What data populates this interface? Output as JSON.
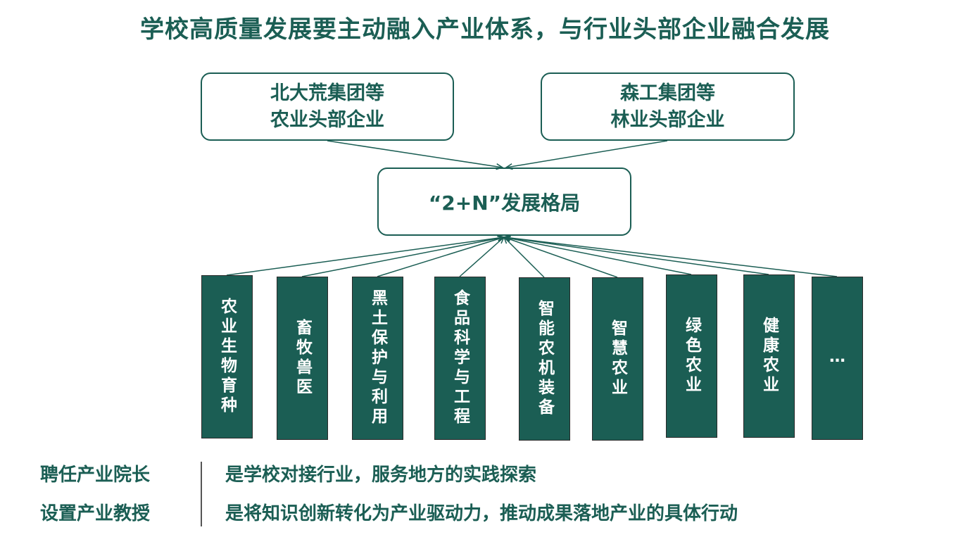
{
  "title": "学校高质量发展要主动融入产业体系，与行业头部企业融合发展",
  "top_boxes": [
    {
      "line1": "北大荒集团等",
      "line2": "农业头部企业"
    },
    {
      "line1": "森工集团等",
      "line2": "林业头部企业"
    }
  ],
  "center": {
    "label": "“2+N”发展格局"
  },
  "columns": [
    {
      "label": "农业生物育种"
    },
    {
      "label": "畜牧兽医"
    },
    {
      "label": "黑土保护与利用"
    },
    {
      "label": "食品科学与工程"
    },
    {
      "label": "智能农机装备"
    },
    {
      "label": "智慧农业"
    },
    {
      "label": "绿色农业"
    },
    {
      "label": "健康农业"
    },
    {
      "label": "…"
    }
  ],
  "footer": [
    {
      "label": "聘任产业院长",
      "text": "是学校对接行业，服务地方的实践探索"
    },
    {
      "label": "设置产业教授",
      "text": "是将知识创新转化为产业驱动力，推动成果落地产业的具体行动"
    }
  ],
  "colors": {
    "primary": "#1b5e54",
    "background": "#ffffff"
  }
}
